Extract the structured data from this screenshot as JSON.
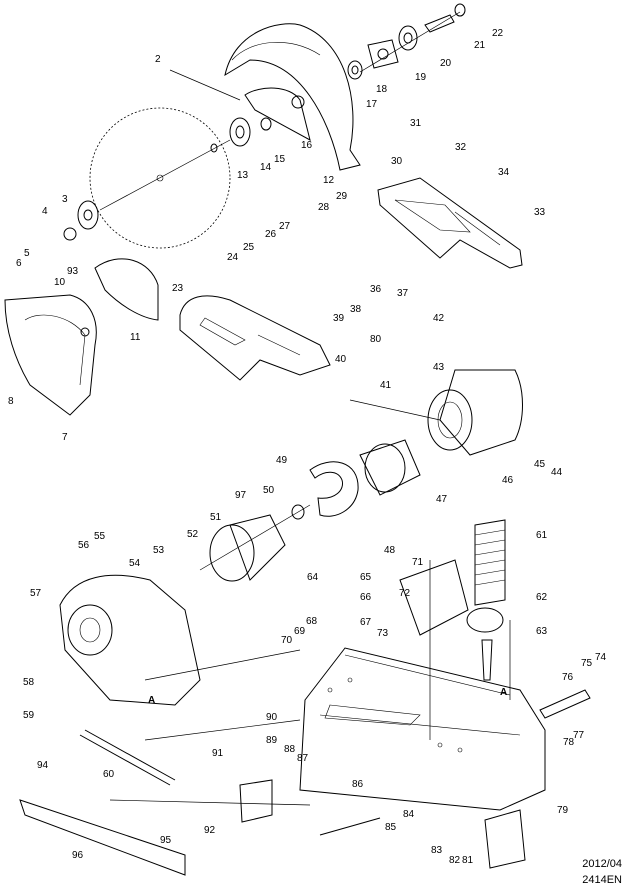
{
  "labels": [
    "2",
    "3",
    "4",
    "5",
    "6",
    "7",
    "8",
    "10",
    "11",
    "12",
    "13",
    "14",
    "15",
    "16",
    "17",
    "18",
    "19",
    "20",
    "21",
    "22",
    "23",
    "24",
    "25",
    "26",
    "27",
    "28",
    "29",
    "30",
    "31",
    "32",
    "33",
    "34",
    "36",
    "37",
    "38",
    "39",
    "40",
    "41",
    "42",
    "43",
    "44",
    "45",
    "46",
    "47",
    "48",
    "49",
    "50",
    "51",
    "52",
    "53",
    "54",
    "55",
    "56",
    "57",
    "58",
    "59",
    "60",
    "61",
    "62",
    "63",
    "64",
    "65",
    "66",
    "67",
    "68",
    "69",
    "70",
    "71",
    "72",
    "73",
    "74",
    "75",
    "76",
    "77",
    "78",
    "79",
    "80",
    "81",
    "82",
    "83",
    "84",
    "85",
    "86",
    "87",
    "88",
    "89",
    "90",
    "91",
    "92",
    "93",
    "94",
    "95",
    "96",
    "97"
  ],
  "markers": [
    "A",
    "A"
  ],
  "footer": {
    "date": "2012/04",
    "code": "2414EN"
  }
}
